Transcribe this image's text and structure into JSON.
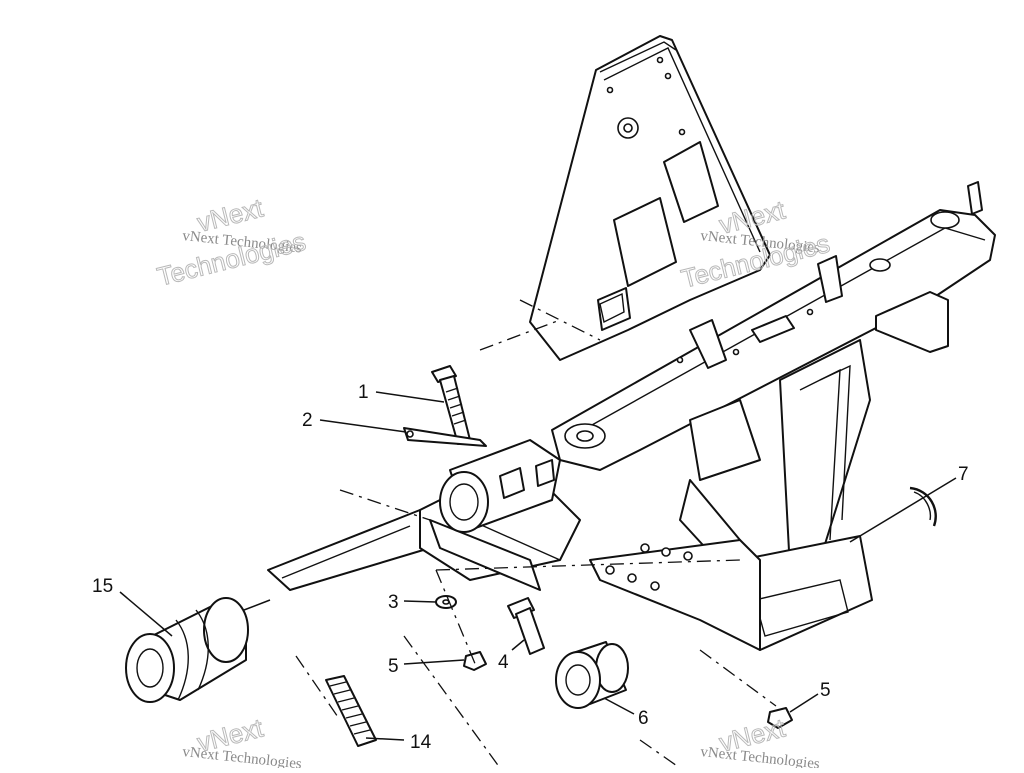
{
  "callouts": {
    "c1": "1",
    "c2": "2",
    "c3": "3",
    "c4": "4",
    "c5a": "5",
    "c5b": "5",
    "c6": "6",
    "c7": "7",
    "c14": "14",
    "c15": "15"
  },
  "watermarks": {
    "brand_small": "vNext Technologies",
    "brand_vnext": "vNext",
    "brand_tech": "Technologies"
  }
}
